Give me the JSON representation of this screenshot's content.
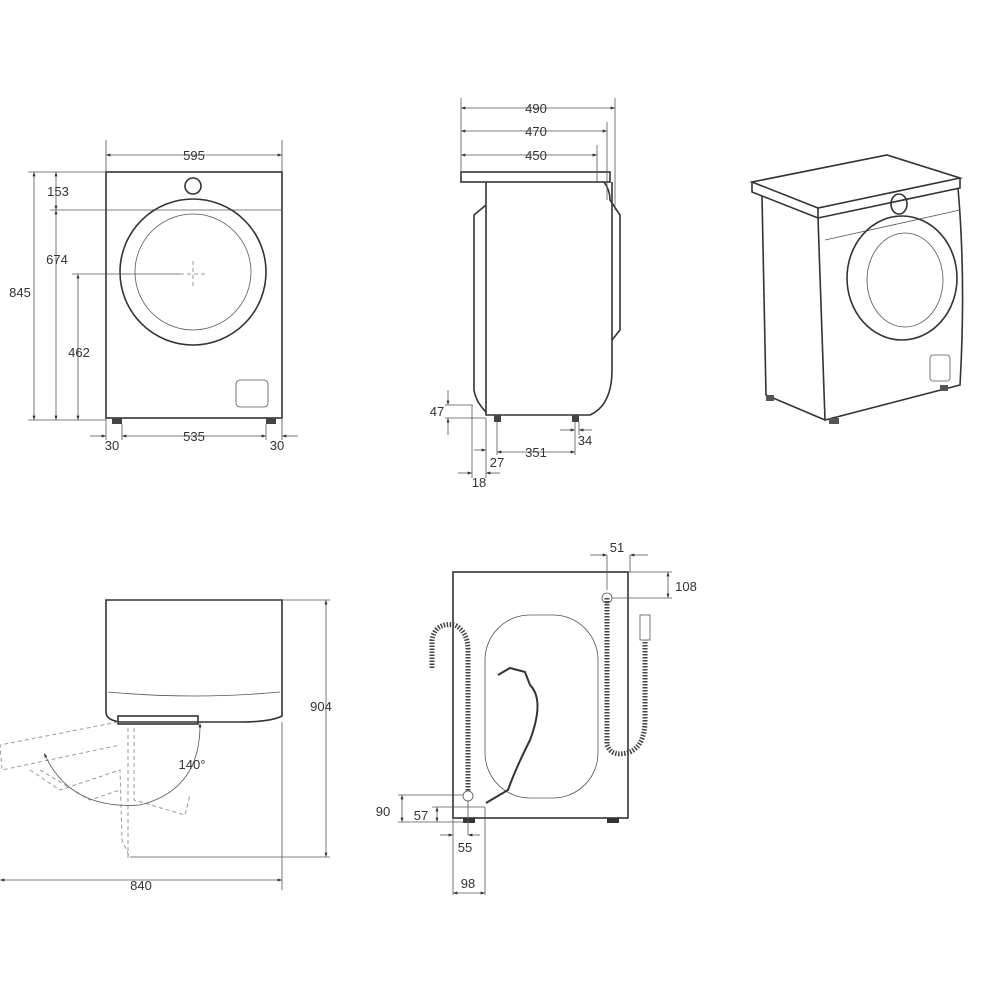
{
  "front_view": {
    "width": "595",
    "height_total": "845",
    "top_panel": "153",
    "door_top": "674",
    "door_center": "462",
    "foot_left": "30",
    "foot_span": "535",
    "foot_right": "30"
  },
  "side_view": {
    "depth_max": "490",
    "depth_door": "470",
    "depth_body": "450",
    "foot_height": "47",
    "offset_18": "18",
    "offset_27": "27",
    "foot_span": "351",
    "rear_foot": "34"
  },
  "top_view": {
    "depth_door_open": "904",
    "width_door_open": "840",
    "door_angle": "140°"
  },
  "rear_view": {
    "inlet_x": "51",
    "inlet_y": "108",
    "drain_height": "90",
    "drain_offset": "57",
    "drain_x": "55",
    "drain_x2": "98"
  }
}
